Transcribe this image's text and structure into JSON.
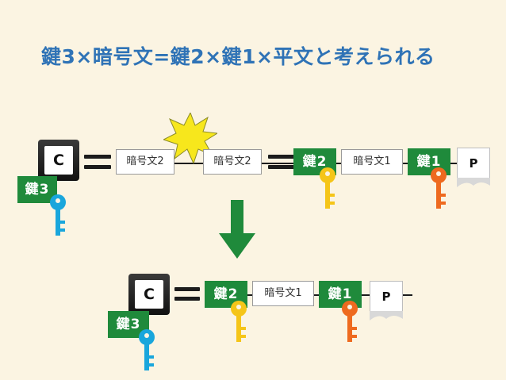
{
  "title": "鍵3×暗号文=鍵2×鍵1×平文と考えられる",
  "top_row": {
    "c_label": "C",
    "key3_label": "鍵3",
    "cipher2_a": "暗号文2",
    "cipher2_b": "暗号文2",
    "key2_label": "鍵2",
    "cipher1": "暗号文1",
    "key1_label": "鍵1",
    "p_label": "P"
  },
  "bottom_row": {
    "c_label": "C",
    "key3_label": "鍵3",
    "key2_label": "鍵2",
    "cipher1": "暗号文1",
    "key1_label": "鍵1",
    "p_label": "P"
  },
  "colors": {
    "title": "#2f73b6",
    "key_label_bg": "#1f8a3b",
    "key_blue": "#19a6dc",
    "key_yellow": "#f5c518",
    "key_orange": "#ee6a1f",
    "arrow_green": "#1f8a3b",
    "star": "#f7e71c"
  },
  "icons": [
    "explosion-star-icon",
    "down-arrow-icon",
    "key-icon",
    "cube-icon",
    "paper-icon"
  ]
}
